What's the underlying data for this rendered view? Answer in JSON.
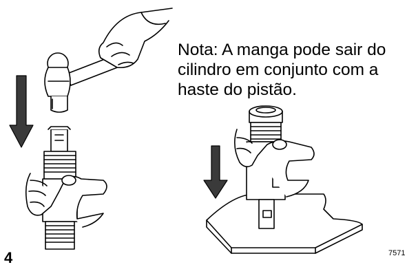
{
  "note": {
    "lines": [
      "Nota: A manga pode sair do",
      "cilindro em conjunto com a",
      "haste do pistão."
    ]
  },
  "figure": {
    "label": "4",
    "code": "7571"
  },
  "icons": [
    "hammer-icon",
    "down-arrow-icon",
    "hand-icon"
  ],
  "colors": {
    "ink": "#000000",
    "paper": "#ffffff",
    "arrow_fill": "#3a3a3a"
  }
}
